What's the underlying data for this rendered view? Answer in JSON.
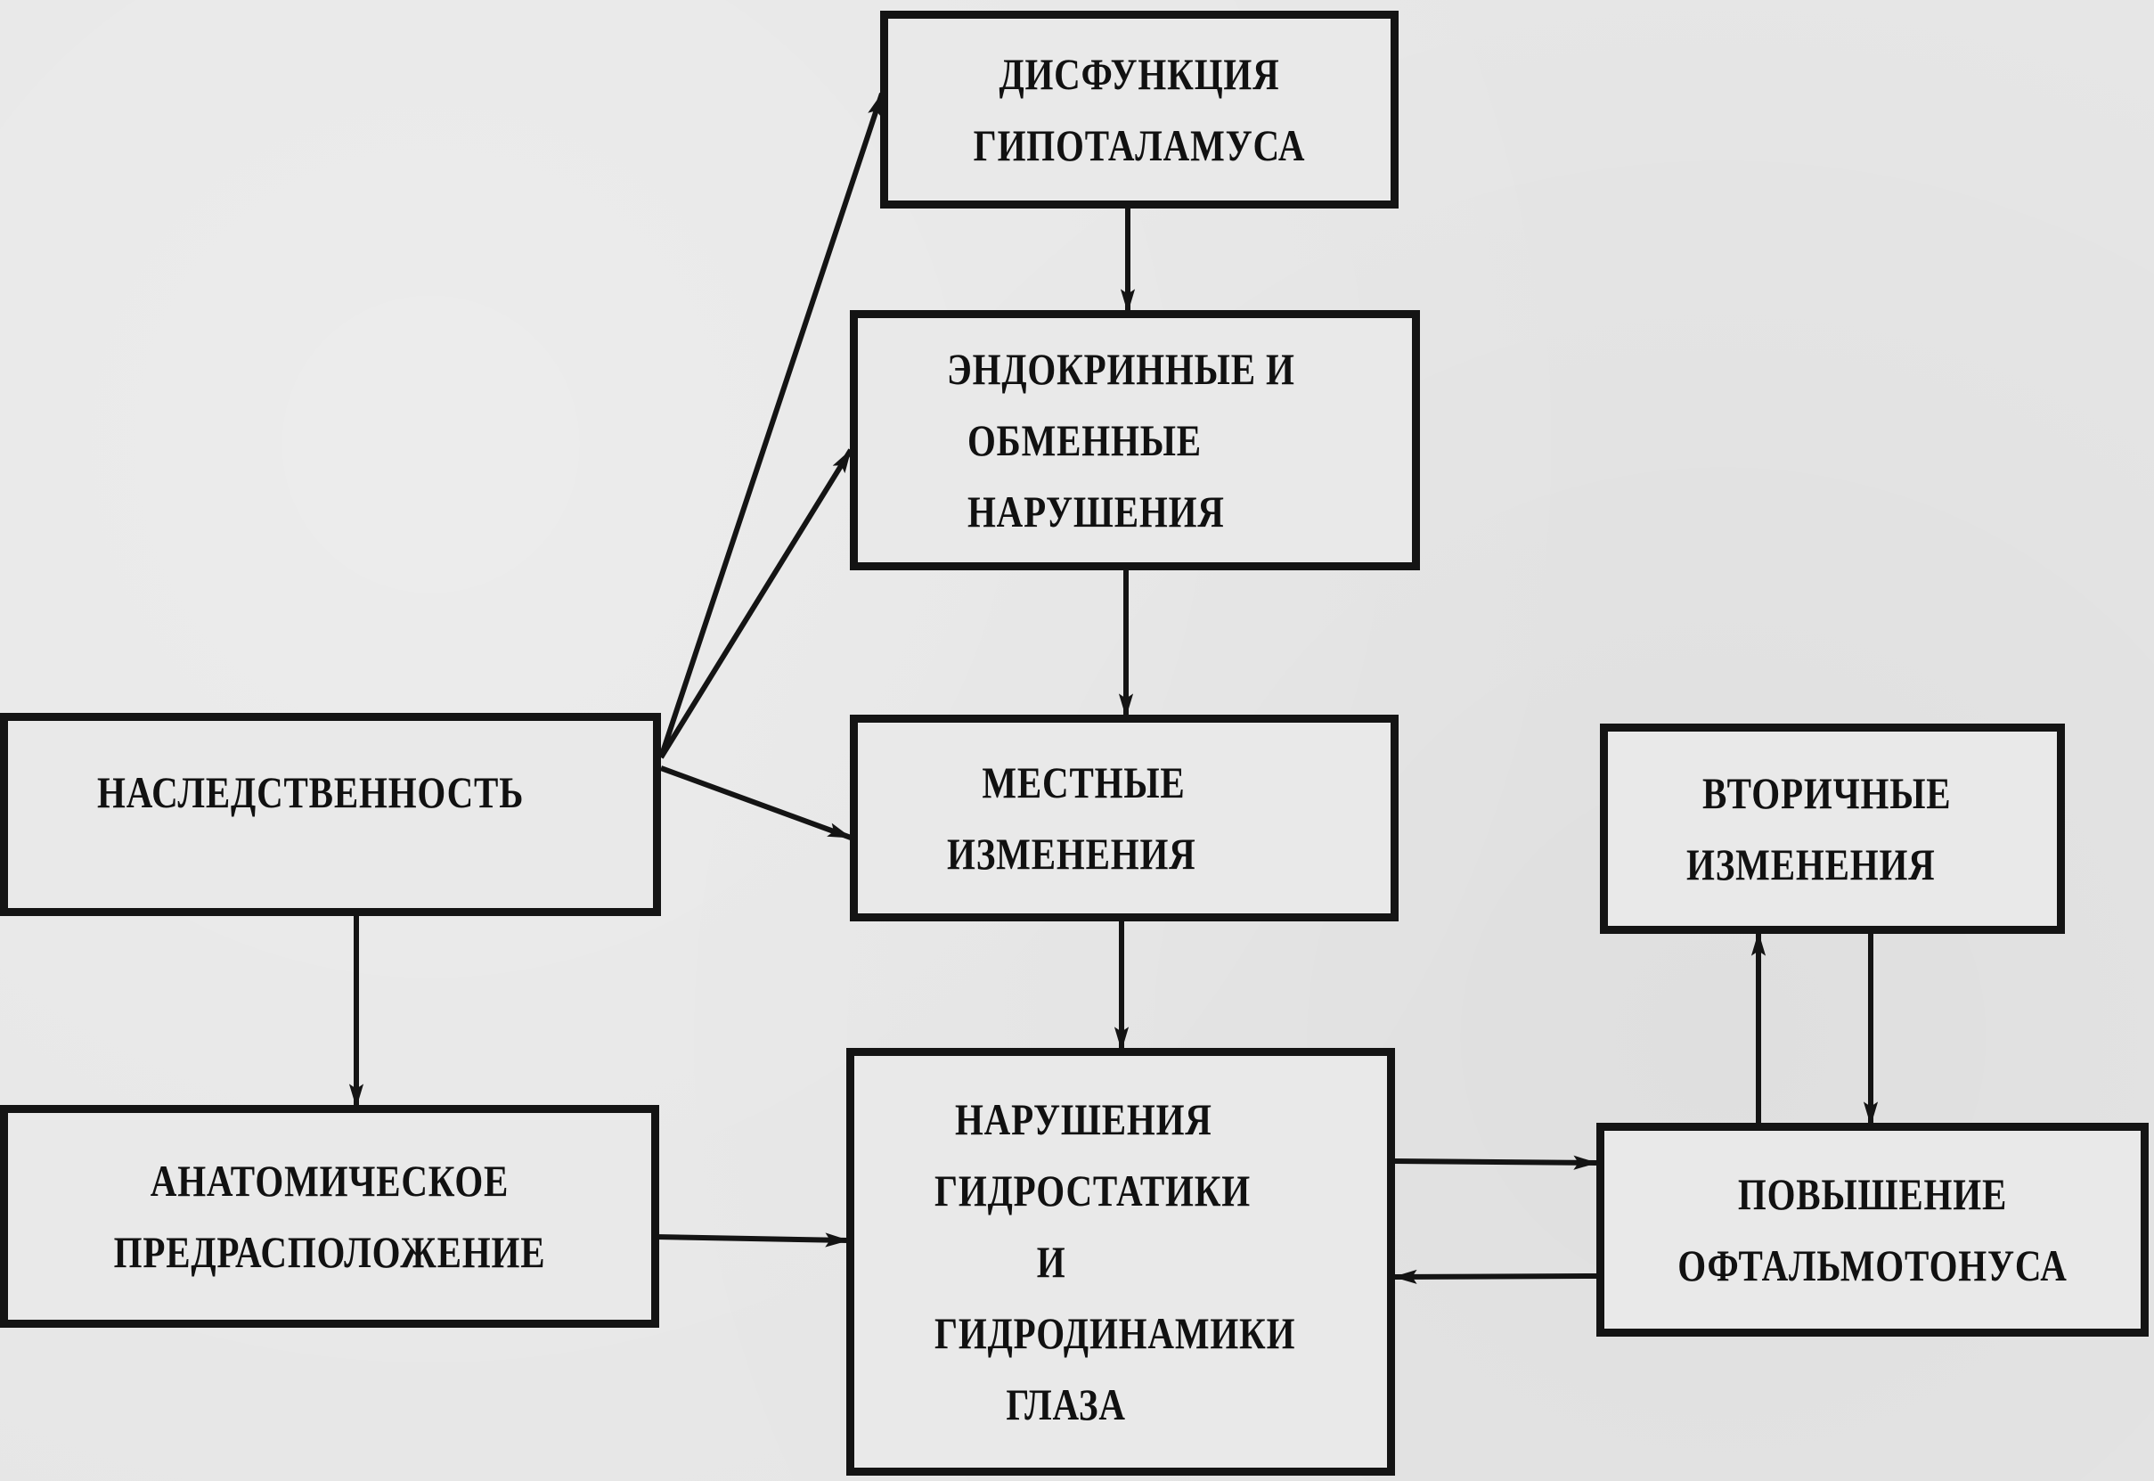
{
  "diagram": {
    "colors": {
      "ink": "#141414",
      "paper": "#e6e6e6"
    },
    "nodes": {
      "hypothalamus": {
        "lines": [
          "ДИСФУНКЦИЯ",
          "ГИПОТАЛАМУСА"
        ]
      },
      "endocrine": {
        "lines": [
          "ЭНДОКРИННЫЕ  И",
          "ОБМЕННЫЕ",
          "НАРУШЕНИЯ"
        ]
      },
      "heredity": {
        "lines": [
          "НАСЛЕДСТВЕННОСТЬ"
        ]
      },
      "local": {
        "lines": [
          "МЕСТНЫЕ",
          "ИЗМЕНЕНИЯ"
        ]
      },
      "secondary": {
        "lines": [
          "ВТОРИЧНЫЕ",
          "ИЗМЕНЕНИЯ"
        ]
      },
      "anatomical": {
        "lines": [
          "АНАТОМИЧЕСКОЕ",
          "ПРЕДРАСПОЛОЖЕНИЕ"
        ]
      },
      "hydro": {
        "lines": [
          "НАРУШЕНИЯ",
          "ГИДРОСТАТИКИ",
          "И",
          "ГИДРОДИНАМИКИ",
          "ГЛАЗА"
        ]
      },
      "iop": {
        "lines": [
          "ПОВЫШЕНИЕ",
          "ОФТАЛЬМОТОНУСА"
        ]
      }
    },
    "edges": [
      {
        "from": "heredity",
        "to": "hypothalamus"
      },
      {
        "from": "heredity",
        "to": "endocrine"
      },
      {
        "from": "heredity",
        "to": "local"
      },
      {
        "from": "heredity",
        "to": "anatomical"
      },
      {
        "from": "hypothalamus",
        "to": "endocrine"
      },
      {
        "from": "endocrine",
        "to": "local"
      },
      {
        "from": "local",
        "to": "hydro"
      },
      {
        "from": "anatomical",
        "to": "hydro"
      },
      {
        "from": "hydro",
        "to": "iop"
      },
      {
        "from": "iop",
        "to": "hydro"
      },
      {
        "from": "iop",
        "to": "secondary"
      },
      {
        "from": "secondary",
        "to": "iop"
      }
    ]
  }
}
